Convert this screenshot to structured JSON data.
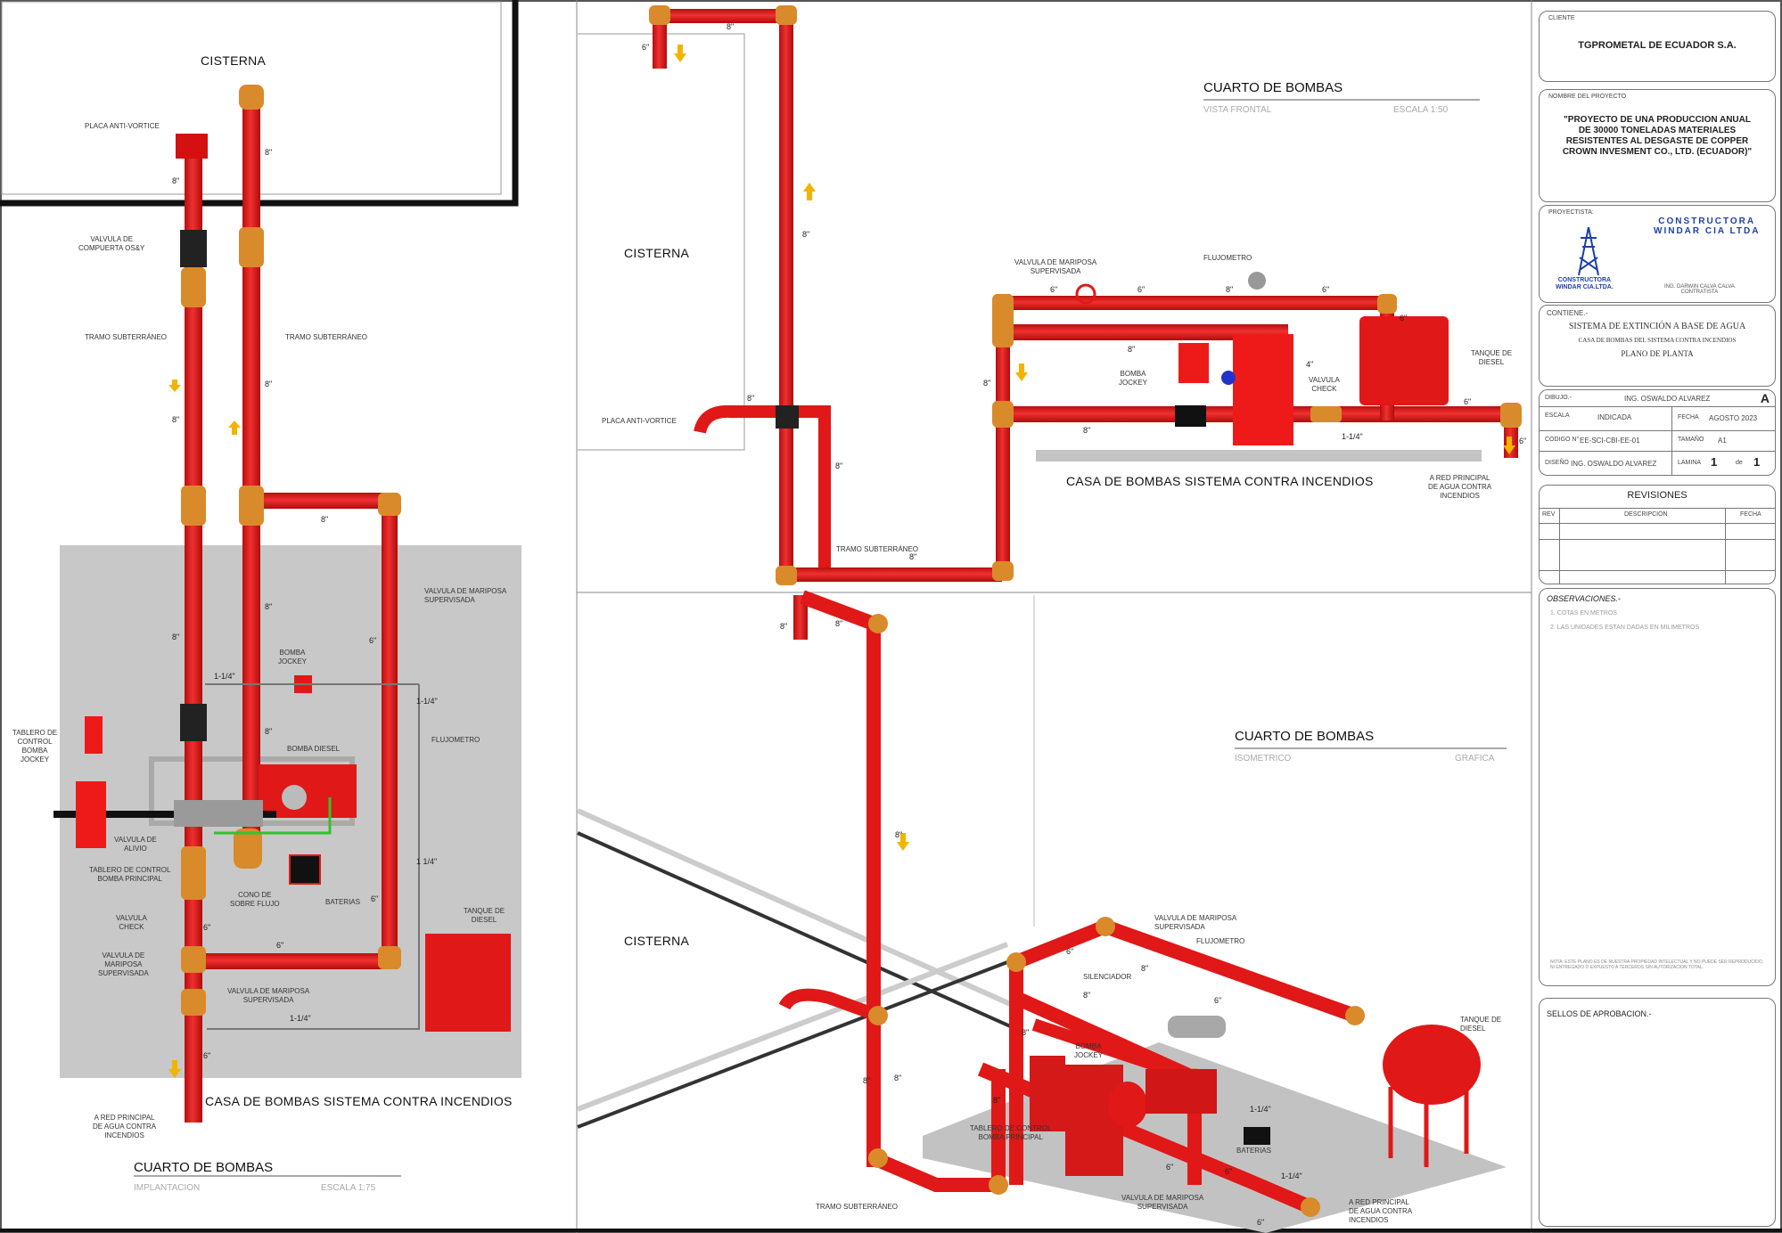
{
  "colors": {
    "pipe": "#e21b1b",
    "fitting": "#d98a2a",
    "floor": "#c8c8c8",
    "accent_blue": "#1f3fa8"
  },
  "plan_view": {
    "cistern_label": "CISTERNA",
    "title": "CASA DE BOMBAS SISTEMA CONTRA INCENDIOS",
    "header": "CUARTO DE BOMBAS",
    "subtitle": "IMPLANTACION",
    "scale": "ESCALA 1:75",
    "labels": [
      "PLACA ANTI-VORTICE",
      "VALVULA DE\nCOMPUERTA OS&Y",
      "TRAMO SUBTERRÁNEO",
      "TRAMO SUBTERRÁNEO",
      "VALVULA DE MARIPOSA\nSUPERVISADA",
      "BOMBA\nJOCKEY",
      "FLUJOMETRO",
      "BOMBA DIESEL",
      "TABLERO DE\nCONTROL\nBOMBA\nJOCKEY",
      "VALVULA DE\nALIVIO",
      "TABLERO DE CONTROL\nBOMBA PRINCIPAL",
      "CONO DE\nSOBRE FLUJO",
      "BATERIAS",
      "VALVULA\nCHECK",
      "VALVULA DE\nMARIPOSA\nSUPERVISADA",
      "VALVULA DE MARIPOSA\nSUPERVISADA",
      "TANQUE DE\nDIESEL",
      "A RED PRINCIPAL\nDE AGUA CONTRA\nINCENDIOS"
    ],
    "sizes": [
      "8\"",
      "8\"",
      "8\"",
      "8\"",
      "8\"",
      "8\"",
      "8\"",
      "8\"",
      "6\"",
      "6\"",
      "6\"",
      "6\"",
      "6\"",
      "1-1/4\"",
      "1-1/4\"",
      "1 1/4\"",
      "1-1/4\""
    ]
  },
  "front_view": {
    "cistern_label": "CISTERNA",
    "title": "CASA DE BOMBAS SISTEMA CONTRA INCENDIOS",
    "header": "CUARTO DE BOMBAS",
    "subtitle": "VISTA FRONTAL",
    "scale": "ESCALA 1:50",
    "labels": [
      "PLACA ANTI-VORTICE",
      "TRAMO SUBTERRÁNEO",
      "VALVULA DE MARIPOSA\nSUPERVISADA",
      "FLUJOMETRO",
      "BOMBA\nJOCKEY",
      "VALVULA\nCHECK",
      "TANQUE DE\nDIESEL",
      "A RED PRINCIPAL\nDE AGUA CONTRA\nINCENDIOS"
    ],
    "sizes": [
      "8\"",
      "6\"",
      "8\"",
      "8\"",
      "8\"",
      "8\"",
      "8\"",
      "6\"",
      "6\"",
      "8\"",
      "6\"",
      "8\"",
      "8\"",
      "4\"",
      "6\"",
      "6\"",
      "1-1/4\"",
      "6\""
    ]
  },
  "iso_view": {
    "cistern_label": "CISTERNA",
    "header": "CUARTO DE BOMBAS",
    "subtitle": "ISOMETRICO",
    "scale": "GRAFICA",
    "labels": [
      "VALVULA DE MARIPOSA\nSUPERVISADA",
      "FLUJOMETRO",
      "SILENCIADOR",
      "BOMBA\nJOCKEY",
      "TANQUE DE\nDIESEL",
      "TABLERO DE CONTROL\nBOMBA PRINCIPAL",
      "BATERIAS",
      "VALVULA DE MARIPOSA\nSUPERVISADA",
      "A RED PRINCIPAL\nDE AGUA CONTRA\nINCENDIOS",
      "TRAMO SUBTERRÁNEO"
    ],
    "sizes": [
      "8\"",
      "8\"",
      "8\"",
      "8\"",
      "8\"",
      "6\"",
      "8\"",
      "6\"",
      "8\"",
      "8\"",
      "8\"",
      "6\"",
      "6\"",
      "1-1/4\"",
      "1-1/4\"",
      "6\""
    ]
  },
  "title_block": {
    "cliente_label": "CLIENTE",
    "cliente": "TGPROMETAL DE ECUADOR S.A.",
    "proyecto_label": "NOMBRE DEL PROYECTO",
    "proyecto": [
      "\"PROYECTO DE UNA PRODUCCION ANUAL",
      "DE 30000 TONELADAS MATERIALES",
      "RESISTENTES AL DESGASTE DE COPPER",
      "CROWN INVESMENT CO., LTD. (ECUADOR)\""
    ],
    "proyectista_label": "PROYECTISTA:",
    "company": [
      "CONSTRUCTORA",
      "WINDAR CIA LTDA"
    ],
    "logo_text": [
      "CONSTRUCTORA",
      "WINDAR CIA.LTDA."
    ],
    "engineer": "ING. DARWIN CALVA CALVA",
    "engineer_role": "CONTRATISTA",
    "contiene_label": "CONTIENE.-",
    "contiene": [
      "SISTEMA DE EXTINCIÓN A BASE DE AGUA",
      "CASA DE BOMBAS DEL SISTEMA CONTRA INCENDIOS",
      "PLANO DE PLANTA"
    ],
    "dibujo_label": "DIBUJO.-",
    "dibujo": "ING. OSWALDO ALVAREZ",
    "sheet_letter": "A",
    "escala_label": "ESCALA",
    "escala": "INDICADA",
    "fecha_label": "FECHA",
    "fecha": "AGOSTO 2023",
    "codigo_label": "CODIGO N°",
    "codigo": "EE-SCI-CBI-EE-01",
    "tamano_label": "TAMAÑO",
    "tamano": "A1",
    "diseno_label": "DISEÑO",
    "diseno": "ING. OSWALDO ALVAREZ",
    "lamina_label": "LAMINA",
    "lamina": "1",
    "de_label": "de",
    "lamina_total": "1",
    "revisiones_title": "REVISIONES",
    "revisiones_cols": [
      "REV",
      "DESCRIPCIÓN",
      "FECHA"
    ],
    "observaciones_label": "OBSERVACIONES.-",
    "observaciones": [
      "1.  COTAS EN METROS",
      "2.  LAS UNIDADES ESTAN DADAS EN MILIMETROS"
    ],
    "nota": "NOTA: ESTE PLANO ES DE NUESTRA PROPIEDAD INTELECTUAL Y NO PUEDE SER REPRODUCIDO, NI ENTREGADO O EXPUESTO A TERCEROS SIN AUTORIZACION TOTAL.",
    "sellos_label": "SELLOS DE APROBACION.-"
  }
}
